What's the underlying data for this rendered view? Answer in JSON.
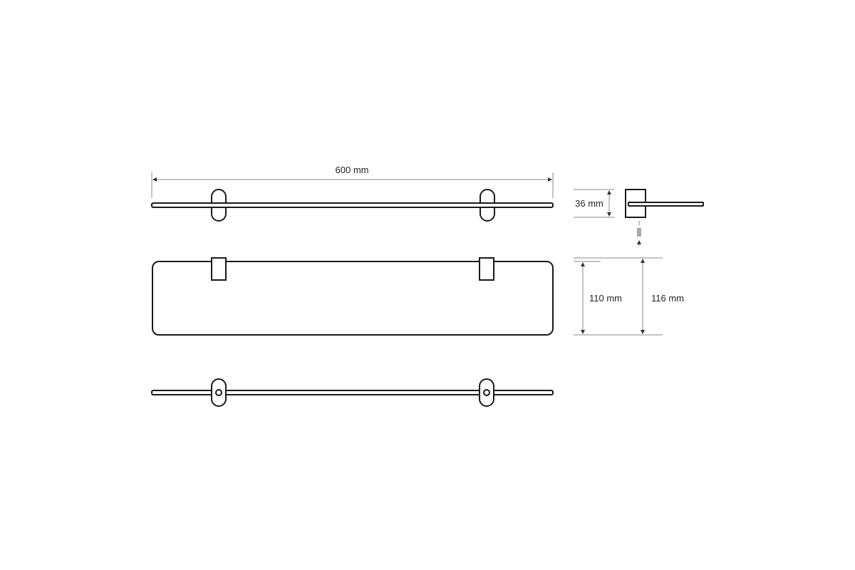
{
  "dimensions": {
    "length": "600 mm",
    "height": "36 mm",
    "depth_glass": "110 mm",
    "depth_total": "116 mm"
  },
  "colors": {
    "line": "#1a1a1a",
    "dimension_line": "#888888"
  }
}
